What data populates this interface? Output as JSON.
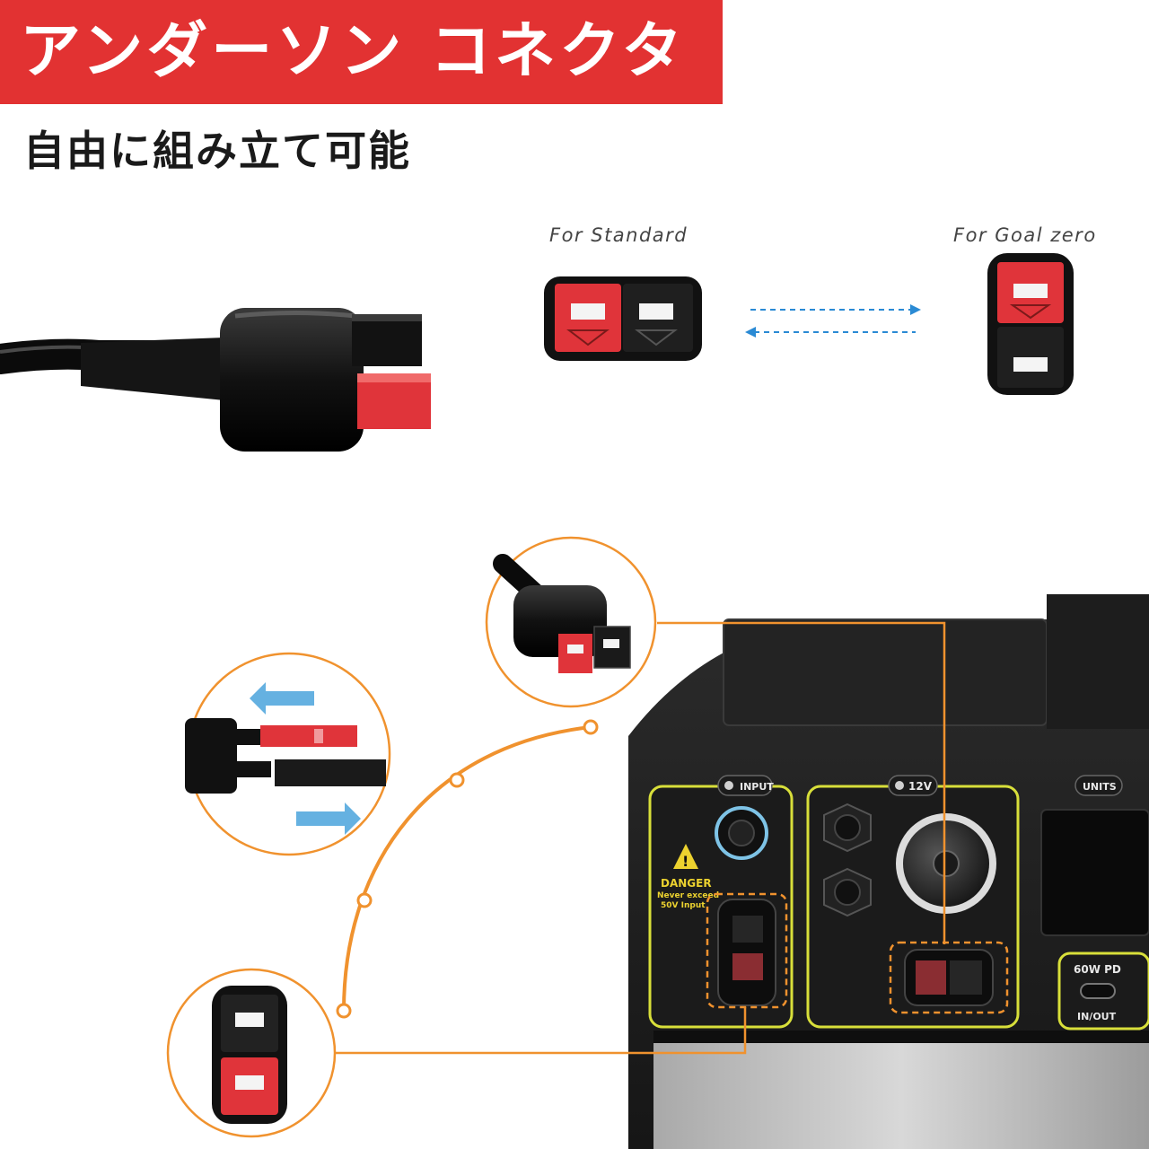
{
  "title": "アンダーソン コネクタ",
  "subtitle": "自由に組み立て可能",
  "labels": {
    "standard": "For Standard",
    "goal_zero": "For Goal zero"
  },
  "panel": {
    "input_label": "INPUT",
    "v12_label": "12V",
    "units_label": "UNITS",
    "danger_title": "DANGER",
    "danger_line1": "Never exceed",
    "danger_line2": "50V  Input",
    "pd_label": "60W  PD",
    "inout_label": "IN/OUT"
  },
  "colors": {
    "banner": "#e23232",
    "connector_red": "#e0343a",
    "accent_orange": "#f0922e",
    "arrow_blue": "#2a8ad4",
    "panel_yellow": "#d8df3a"
  }
}
